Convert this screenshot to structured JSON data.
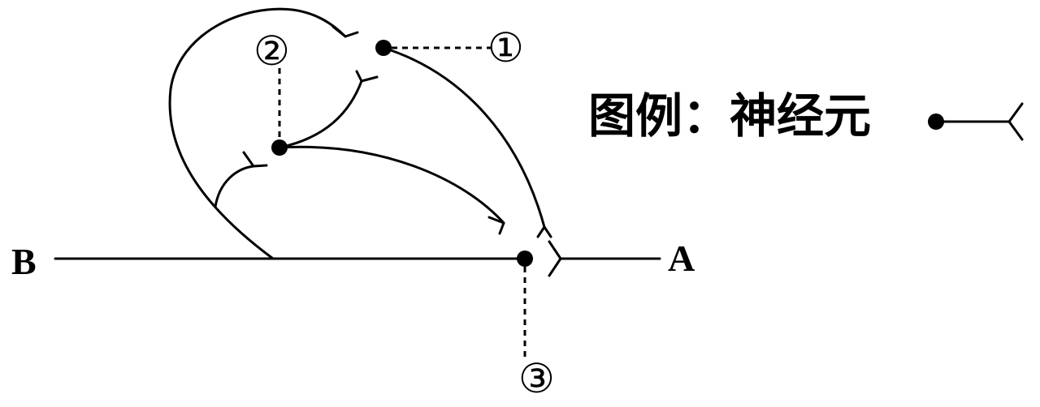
{
  "labels": {
    "left_end": "B",
    "right_end": "A",
    "neuron_1": "①",
    "neuron_2": "②",
    "neuron_3": "③"
  },
  "legend": {
    "text": "图例：神经元"
  },
  "colors": {
    "line": "#000000",
    "background": "#ffffff"
  }
}
